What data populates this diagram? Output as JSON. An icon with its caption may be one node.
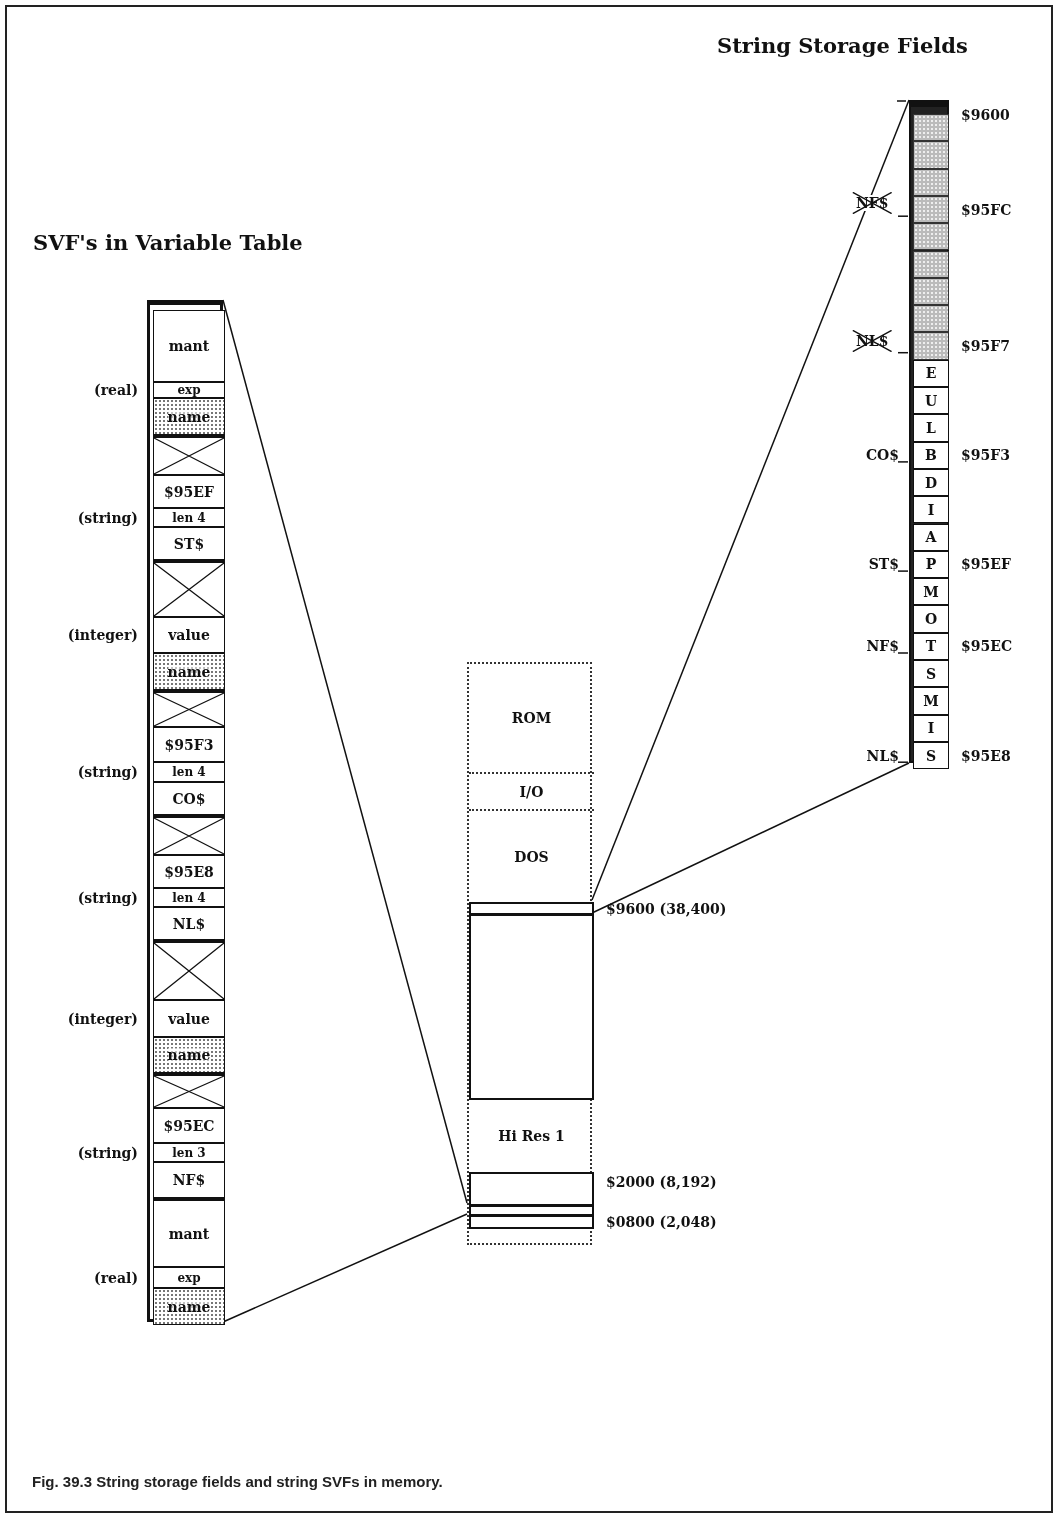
{
  "diagram": {
    "caption": "Fig. 39.3 String storage fields and string SVFs in memory.",
    "nodes": [
      {
        "text": [],
        "shape": "box"
      },
      {
        "text": [
          "mant"
        ],
        "in": 0
      },
      {
        "text": [
          "exp"
        ],
        "in": 0,
        "beside": [
          "(real)"
        ]
      },
      {
        "text": [
          "name"
        ],
        "in": 0
      },
      {
        "text": [],
        "shape": "box",
        "in": 0
      },
      {
        "text": [
          "$95EF"
        ],
        "in": 0
      },
      {
        "text": [
          "len 4"
        ],
        "in": 0,
        "beside": [
          "(string)"
        ]
      },
      {
        "text": [
          "ST$"
        ],
        "in": 0
      },
      {
        "text": [],
        "shape": "box",
        "in": 0
      },
      {
        "text": [
          "value"
        ],
        "in": 0,
        "beside": [
          "(integer)"
        ]
      },
      {
        "text": [
          "name"
        ],
        "in": 0
      },
      {
        "text": [],
        "shape": "box",
        "in": 0
      },
      {
        "text": [
          "$95F3"
        ],
        "in": 0
      },
      {
        "text": [
          "len 4"
        ],
        "in": 0,
        "beside": [
          "(string)"
        ]
      },
      {
        "text": [
          "CO$"
        ],
        "in": 0
      },
      {
        "text": [],
        "shape": "box",
        "in": 0
      },
      {
        "text": [
          "$95E8"
        ],
        "in": 0
      },
      {
        "text": [
          "len 4"
        ],
        "in": 0,
        "beside": [
          "(string)"
        ]
      },
      {
        "text": [
          "NL$"
        ],
        "in": 0
      },
      {
        "text": [],
        "shape": "box",
        "in": 0
      },
      {
        "text": [
          "value"
        ],
        "in": 0,
        "beside": [
          "(integer)"
        ]
      },
      {
        "text": [
          "name"
        ],
        "in": 0
      },
      {
        "text": [],
        "shape": "box",
        "in": 0
      },
      {
        "text": [
          "$95EC"
        ],
        "in": 0
      },
      {
        "text": [
          "len 3"
        ],
        "in": 0,
        "beside": [
          "(string)"
        ]
      },
      {
        "text": [
          "NF$"
        ],
        "in": 0
      },
      {
        "text": [
          "mant"
        ],
        "in": 0
      },
      {
        "text": [
          "exp"
        ],
        "in": 0,
        "beside": [
          "(real)"
        ]
      },
      {
        "text": [
          "name"
        ],
        "in": 0
      },
      {
        "text": [],
        "shape": "box"
      },
      {
        "text": [
          "ROM"
        ],
        "in": 29
      },
      {
        "text": [
          "I/O"
        ],
        "in": 29
      },
      {
        "text": [
          "DOS"
        ],
        "in": 29
      },
      {
        "text": [],
        "shape": "box",
        "in": 29,
        "beside": [
          "$9600 (38,400)"
        ]
      },
      {
        "text": [],
        "shape": "box",
        "in": 29
      },
      {
        "text": [
          "Hi Res 1"
        ],
        "in": 29
      },
      {
        "text": [],
        "shape": "box",
        "in": 29,
        "beside": [
          "$2000 (8,192)"
        ]
      },
      {
        "text": [],
        "shape": "box",
        "in": 29
      },
      {
        "text": [],
        "shape": "box",
        "in": 29,
        "beside": [
          "$0800 (2,048)"
        ]
      },
      {
        "text": [],
        "shape": "box",
        "beside": [
          "$9600"
        ]
      },
      {
        "text": [],
        "shape": "box",
        "in": 39
      },
      {
        "text": [],
        "shape": "box",
        "in": 39
      },
      {
        "text": [],
        "shape": "box",
        "in": 39
      },
      {
        "text": [],
        "shape": "box",
        "in": 39,
        "beside": [
          "$95FC"
        ]
      },
      {
        "text": [],
        "shape": "box",
        "in": 39
      },
      {
        "text": [],
        "shape": "box",
        "in": 39
      },
      {
        "text": [],
        "shape": "box",
        "in": 39
      },
      {
        "text": [],
        "shape": "box",
        "in": 39
      },
      {
        "text": [],
        "shape": "box",
        "in": 39,
        "beside": [
          "$95F7"
        ]
      },
      {
        "text": [
          "E"
        ],
        "in": 39
      },
      {
        "text": [
          "U"
        ],
        "in": 39
      },
      {
        "text": [
          "L"
        ],
        "in": 39
      },
      {
        "text": [
          "B"
        ],
        "in": 39,
        "beside": [
          "CO$",
          "$95F3"
        ]
      },
      {
        "text": [
          "D"
        ],
        "in": 39
      },
      {
        "text": [
          "I"
        ],
        "in": 39
      },
      {
        "text": [
          "A"
        ],
        "in": 39
      },
      {
        "text": [
          "P"
        ],
        "in": 39,
        "beside": [
          "ST$",
          "$95EF"
        ]
      },
      {
        "text": [
          "M"
        ],
        "in": 39
      },
      {
        "text": [
          "O"
        ],
        "in": 39
      },
      {
        "text": [
          "T"
        ],
        "in": 39,
        "beside": [
          "NF$",
          "$95EC"
        ]
      },
      {
        "text": [
          "S"
        ],
        "in": 39
      },
      {
        "text": [
          "M"
        ],
        "in": 39
      },
      {
        "text": [
          "I"
        ],
        "in": 39
      },
      {
        "text": [
          "S"
        ],
        "in": 39,
        "beside": [
          "NL$",
          "$95E8"
        ]
      }
    ],
    "edges": [
      {
        "from": 0,
        "to": 37,
        "arrow": "none"
      },
      {
        "from": 0,
        "to": 37,
        "arrow": "none"
      },
      {
        "from": 39,
        "to": 33,
        "arrow": "none"
      },
      {
        "from": 39,
        "to": 33,
        "arrow": "none"
      }
    ],
    "labels": [
      "String Storage Fields",
      "NF$",
      "SVF's in Variable Table",
      "NL$"
    ]
  }
}
